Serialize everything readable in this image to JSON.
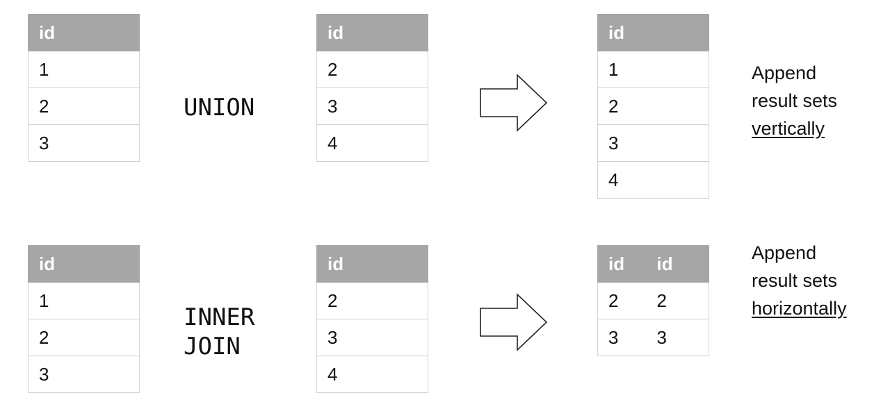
{
  "union_row": {
    "left_table": {
      "header": [
        "id"
      ],
      "rows": [
        [
          "1"
        ],
        [
          "2"
        ],
        [
          "3"
        ]
      ]
    },
    "operator": [
      "UNION"
    ],
    "right_table": {
      "header": [
        "id"
      ],
      "rows": [
        [
          "2"
        ],
        [
          "3"
        ],
        [
          "4"
        ]
      ]
    },
    "result_table": {
      "header": [
        "id"
      ],
      "rows": [
        [
          "1"
        ],
        [
          "2"
        ],
        [
          "3"
        ],
        [
          "4"
        ]
      ]
    },
    "note": {
      "line1": "Append",
      "line2": "result sets",
      "line3": "vertically"
    }
  },
  "join_row": {
    "left_table": {
      "header": [
        "id"
      ],
      "rows": [
        [
          "1"
        ],
        [
          "2"
        ],
        [
          "3"
        ]
      ]
    },
    "operator": [
      "INNER",
      "JOIN"
    ],
    "right_table": {
      "header": [
        "id"
      ],
      "rows": [
        [
          "2"
        ],
        [
          "3"
        ],
        [
          "4"
        ]
      ]
    },
    "result_table": {
      "header": [
        "id",
        "id"
      ],
      "rows": [
        [
          "2",
          "2"
        ],
        [
          "3",
          "3"
        ]
      ]
    },
    "note": {
      "line1": "Append",
      "line2": "result sets",
      "line3": "horizontally"
    }
  }
}
